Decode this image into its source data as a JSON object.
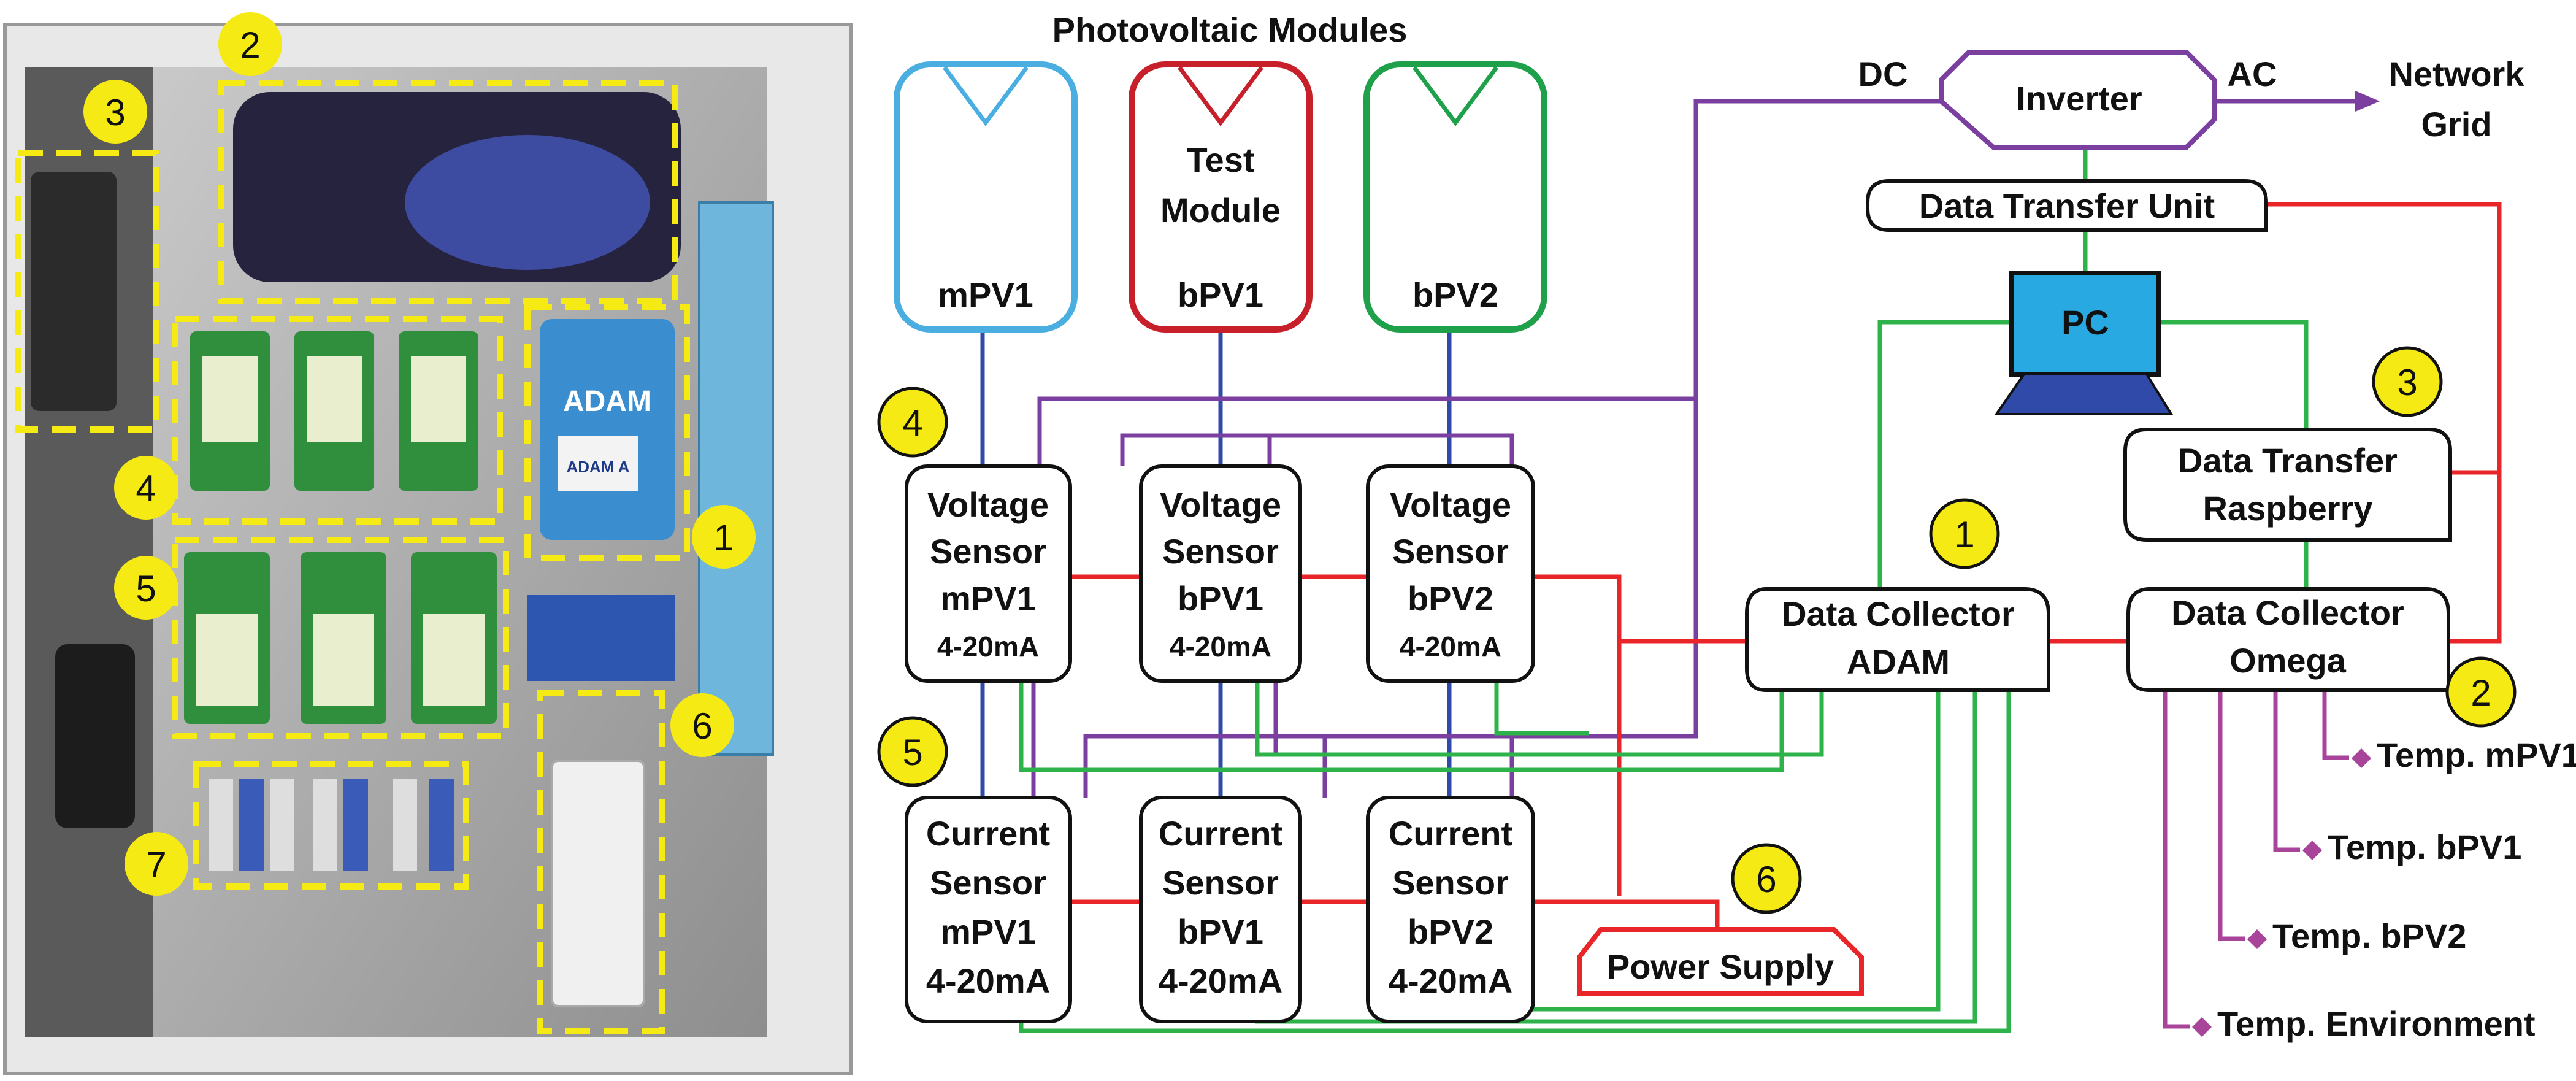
{
  "photo": {
    "badges": [
      "1",
      "2",
      "3",
      "4",
      "5",
      "6",
      "7"
    ],
    "adam_logo": "ADAM",
    "adam_handwritten": "ADAM A"
  },
  "diagram": {
    "title": "Photovoltaic Modules",
    "modules": [
      {
        "lines": [
          "mPV1"
        ],
        "color": "#4aaee0"
      },
      {
        "lines": [
          "Test",
          "Module",
          "bPV1"
        ],
        "color": "#c8202a"
      },
      {
        "lines": [
          "bPV2"
        ],
        "color": "#1fa04a"
      }
    ],
    "voltage_sensors": [
      {
        "lines": [
          "Voltage",
          "Sensor",
          "mPV1"
        ],
        "unit": "4-20mA"
      },
      {
        "lines": [
          "Voltage",
          "Sensor",
          "bPV1"
        ],
        "unit": "4-20mA"
      },
      {
        "lines": [
          "Voltage",
          "Sensor",
          "bPV2"
        ],
        "unit": "4-20mA"
      }
    ],
    "current_sensors": [
      {
        "lines": [
          "Current",
          "Sensor",
          "mPV1",
          "4-20mA"
        ]
      },
      {
        "lines": [
          "Current",
          "Sensor",
          "bPV1",
          "4-20mA"
        ]
      },
      {
        "lines": [
          "Current",
          "Sensor",
          "bPV2",
          "4-20mA"
        ]
      }
    ],
    "inverter": {
      "label": "Inverter",
      "input": "DC",
      "output": "AC"
    },
    "grid": [
      "Network",
      "Grid"
    ],
    "data_transfer_unit": "Data Transfer Unit",
    "pc": "PC",
    "data_transfer_raspberry": [
      "Data Transfer",
      "Raspberry"
    ],
    "data_collector_adam": [
      "Data Collector",
      "ADAM"
    ],
    "data_collector_omega": [
      "Data Collector",
      "Omega"
    ],
    "power_supply": "Power Supply",
    "temperature_sensors": [
      "Temp. mPV1",
      "Temp. bPV1",
      "Temp. bPV2",
      "Temp. Environment"
    ],
    "badges": [
      "1",
      "2",
      "3",
      "4",
      "5",
      "6"
    ],
    "colors": {
      "purple": "#7b3fa0",
      "red": "#e8262a",
      "green": "#2eb34a",
      "blue": "#2f4aa8",
      "magenta": "#a8449a",
      "badge": "#f5ea14",
      "pc": "#29a9e1"
    }
  }
}
